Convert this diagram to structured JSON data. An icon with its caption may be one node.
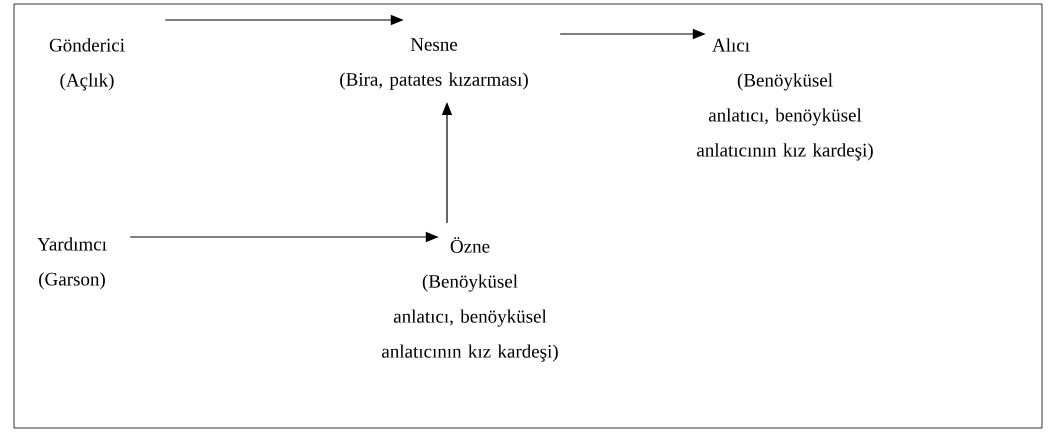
{
  "diagram": {
    "nodes": [
      {
        "text": [
          "Gönderici",
          "(Açlık)"
        ]
      },
      {
        "text": [
          "Nesne",
          "(Bira, patates kızarması)"
        ]
      },
      {
        "text": [
          "Alıcı",
          "(Benöyküsel anlatıcı, benöyküsel anlatıcının kız kardeşi)"
        ]
      },
      {
        "text": [
          "Yardımcı",
          "(Garson)"
        ]
      },
      {
        "text": [
          "Özne",
          "(Benöyküsel anlatıcı, benöyküsel anlatıcının kız kardeşi)"
        ]
      }
    ],
    "edges": [
      {
        "from": 0,
        "to": 1,
        "arrow": "to"
      },
      {
        "from": 1,
        "to": 2,
        "arrow": "to"
      },
      {
        "from": 3,
        "to": 4,
        "arrow": "to"
      },
      {
        "from": 4,
        "to": 1,
        "arrow": "to"
      }
    ]
  }
}
